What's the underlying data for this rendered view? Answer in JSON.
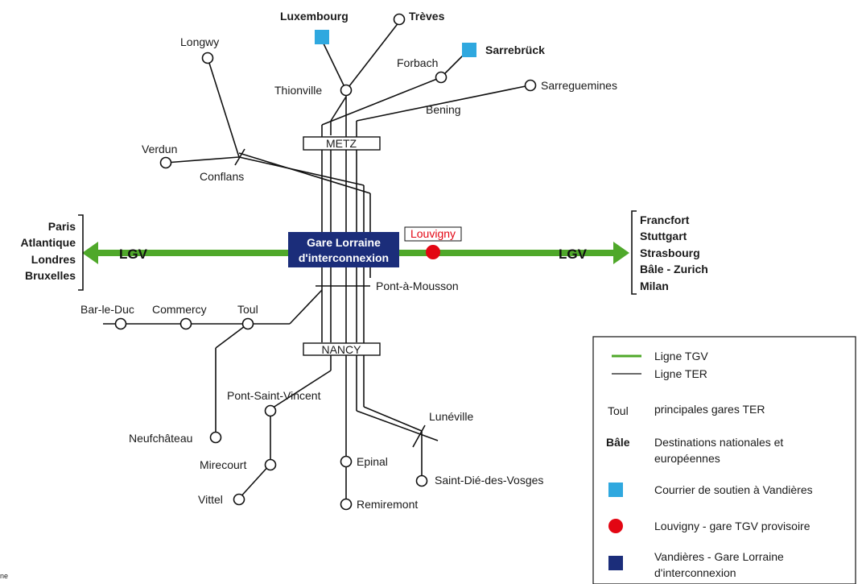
{
  "colors": {
    "tgv_line": "#4fa82a",
    "ter_line": "#111111",
    "courrier": "#2fa8df",
    "gare_provisoire": "#e30613",
    "gare_lorraine": "#1b2d7a"
  },
  "hubs": {
    "metz": "METZ",
    "nancy": "NANCY",
    "center_line1": "Gare Lorraine",
    "center_line2": "d'interconnexion"
  },
  "tgv": {
    "left_label": "LGV",
    "right_label": "LGV",
    "louvigny": "Louvigny"
  },
  "west_destinations": [
    "Paris",
    "Atlantique",
    "Londres",
    "Bruxelles"
  ],
  "east_destinations": [
    "Francfort",
    "Stuttgart",
    "Strasbourg",
    "Bâle - Zurich",
    "Milan"
  ],
  "stations": {
    "luxembourg": "Luxembourg",
    "treves": "Trèves",
    "sarrebruck": "Sarrebrück",
    "longwy": "Longwy",
    "thionville": "Thionville",
    "forbach": "Forbach",
    "sarreguemines": "Sarreguemines",
    "bening": "Bening",
    "verdun": "Verdun",
    "conflans": "Conflans",
    "pont_a_mousson": "Pont-à-Mousson",
    "bar_le_duc": "Bar-le-Duc",
    "commercy": "Commercy",
    "toul": "Toul",
    "pont_saint_vincent": "Pont-Saint-Vincent",
    "neufchateau": "Neufchâteau",
    "mirecourt": "Mirecourt",
    "vittel": "Vittel",
    "epinal": "Epinal",
    "remiremont": "Remiremont",
    "luneville": "Lunéville",
    "saint_die": "Saint-Dié-des-Vosges"
  },
  "legend": {
    "ligne_tgv": "Ligne TGV",
    "ligne_ter": "Ligne TER",
    "toul_key": "Toul",
    "toul_desc": "principales gares TER",
    "bale_key": "Bâle",
    "bale_desc_1": "Destinations nationales et",
    "bale_desc_2": "européennes",
    "courrier": "Courrier de soutien à Vandières",
    "louvigny": "Louvigny - gare TGV provisoire",
    "vandieres_1": "Vandières - Gare Lorraine",
    "vandieres_2": "d'interconnexion"
  },
  "corner_text": "ne"
}
